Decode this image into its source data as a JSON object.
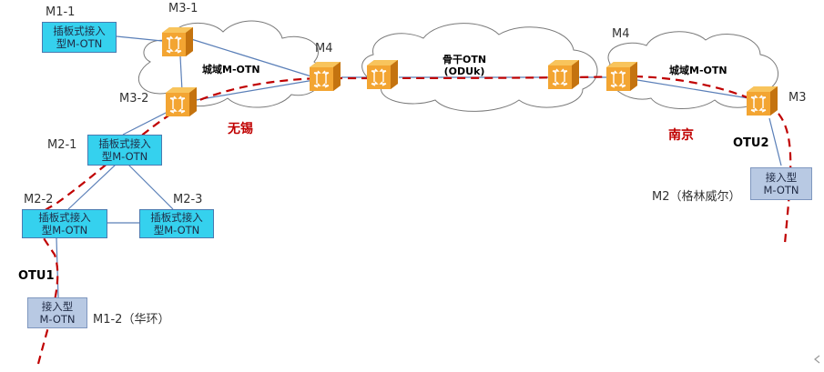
{
  "nodes": {
    "m1_1_box": "插板式接入\n型M-OTN",
    "m2_1_box": "插板式接入\n型M-OTN",
    "m2_2_box": "插板式接入\n型M-OTN",
    "m2_3_box": "插板式接入\n型M-OTN",
    "m1_2_box": "接入型\nM-OTN",
    "m2_box": "接入型\nM-OTN"
  },
  "labels": {
    "m1_1": "M1-1",
    "m3_1": "M3-1",
    "m3_2": "M3-2",
    "m4_left": "M4",
    "m4_right": "M4",
    "m3": "M3",
    "m2_1": "M2-1",
    "m2_2": "M2-2",
    "m2_3": "M2-3",
    "m1_2": "M1-2（华环）",
    "m2": "M2（格林威尔）",
    "otu1": "OTU1",
    "otu2": "OTU2",
    "wuxi": "无锡",
    "nanjing": "南京",
    "metro_left": "城域M-OTN",
    "metro_right": "城域M-OTN",
    "backbone": "骨干OTN\n(ODUk)"
  },
  "colors": {
    "router_fill": "#f3a532",
    "router_dark": "#d9861a",
    "router_top": "#f8c45c",
    "line_blue": "#5a7fb8",
    "dashed_red": "#c00000",
    "cloud_stroke": "#7a7a7a"
  },
  "icons": {
    "router": "optical-switch-icon",
    "corner": "arrow-icon"
  }
}
